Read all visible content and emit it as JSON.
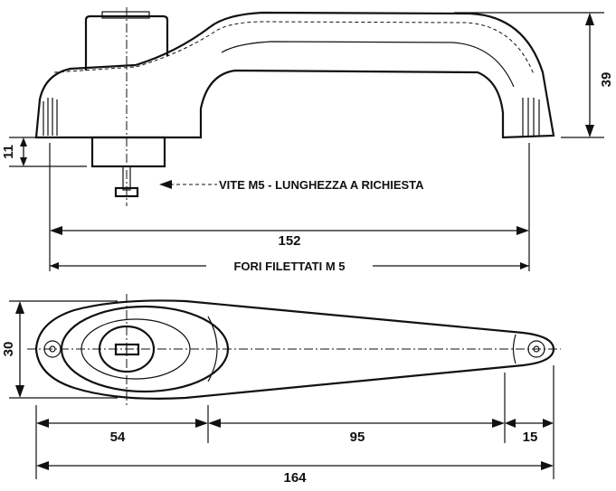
{
  "labels": {
    "screw_note": "VITE M5 - LUNGHEZZA A RICHIESTA",
    "holes_note": "FORI FILETTATI  M 5"
  },
  "dimensions": {
    "height": "39",
    "base": "11",
    "hole_spacing": "152",
    "width": "30",
    "seg_a": "54",
    "seg_b": "95",
    "seg_c": "15",
    "total": "164"
  }
}
